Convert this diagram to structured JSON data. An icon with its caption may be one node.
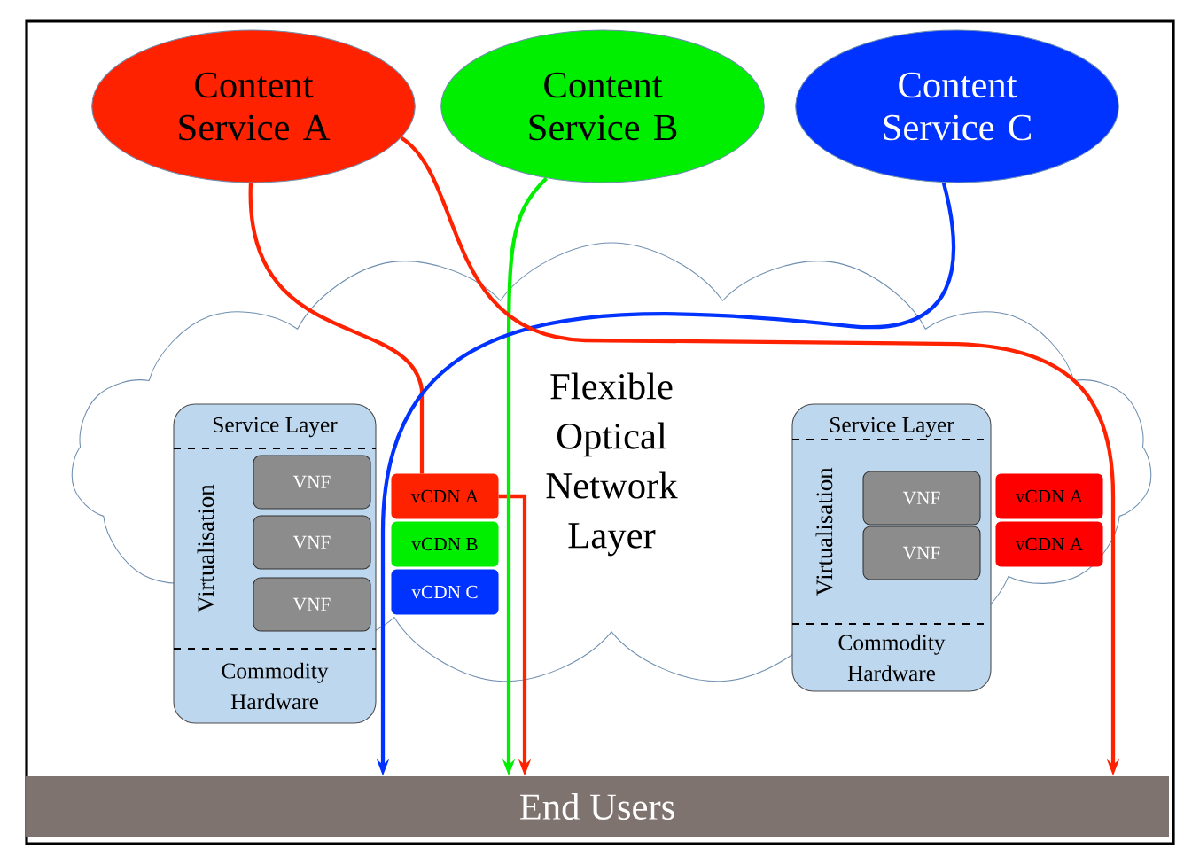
{
  "diagram": {
    "nodes": [
      {
        "text": [
          "Content Service A"
        ]
      },
      {
        "text": [
          "Content Service B"
        ]
      },
      {
        "text": [
          "Content Service C"
        ]
      },
      {
        "text": [
          "Service Layer",
          "Virtualisation",
          "Commodity Hardware"
        ]
      },
      {
        "text": [
          "VNF"
        ],
        "in": 3
      },
      {
        "text": [
          "VNF"
        ],
        "in": 3
      },
      {
        "text": [
          "VNF"
        ],
        "in": 3
      },
      {
        "text": [
          "vCDN A"
        ]
      },
      {
        "text": [
          "vCDN B"
        ]
      },
      {
        "text": [
          "vCDN C"
        ]
      },
      {
        "text": [
          "Service Layer",
          "Virtualisation",
          "Commodity Hardware"
        ]
      },
      {
        "text": [
          "VNF"
        ],
        "in": 10
      },
      {
        "text": [
          "VNF"
        ],
        "in": 10
      },
      {
        "text": [
          "vCDN A"
        ]
      },
      {
        "text": [
          "vCDN A"
        ]
      },
      {
        "text": [
          "End Users"
        ]
      }
    ],
    "edges": [
      {
        "from": 0,
        "to": 7,
        "arrow": "none",
        "color": "#ff2200"
      },
      {
        "from": 7,
        "to": 15,
        "arrow": "to",
        "color": "#ff2200"
      },
      {
        "from": 1,
        "to": 15,
        "arrow": "to",
        "color": "#00ee00"
      },
      {
        "from": 2,
        "to": 15,
        "arrow": "to",
        "color": "#0033ff"
      },
      {
        "from": 0,
        "to": 15,
        "arrow": "to",
        "color": "#ff2200"
      }
    ],
    "labels": [
      "Flexible Optical Network Layer"
    ]
  }
}
